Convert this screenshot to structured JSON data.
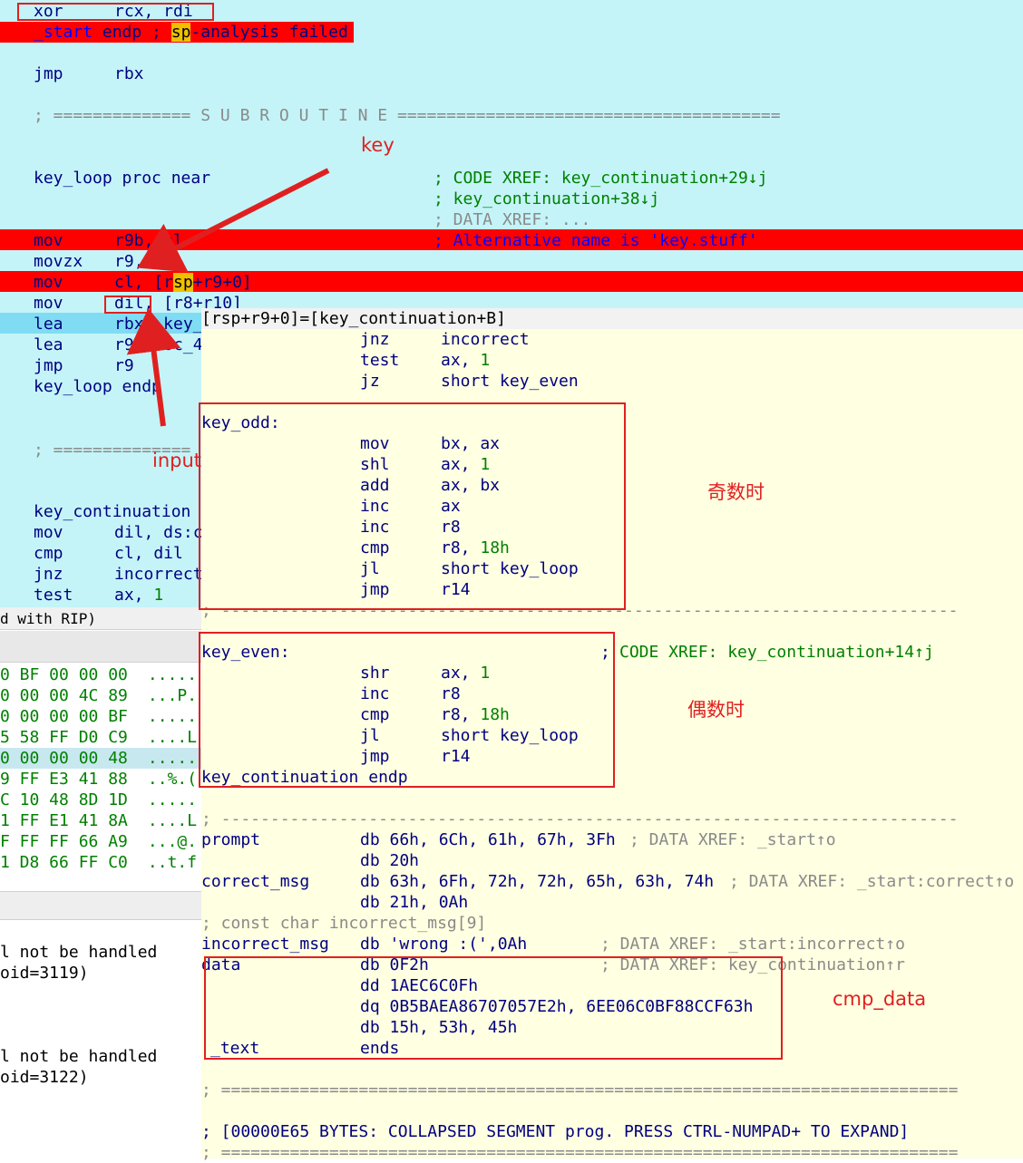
{
  "disasm": {
    "l_xor": {
      "mn": "xor",
      "ops": "rcx, rdi"
    },
    "l_start_endp": {
      "sym": "_start",
      "rest": " endp ; ",
      "sp": "sp",
      "fail": "-analysis failed"
    },
    "l_jmp_rbx": {
      "mn": "jmp",
      "ops": "rbx"
    },
    "l_sub": "; ============== S U B R O U T I N E =======================================",
    "l_proc": {
      "text": "key_loop proc near",
      "xref1": "; CODE XREF: key_continuation+29↓j",
      "xref2": "; key_continuation+38↓j",
      "xref3": "; DATA XREF: ...",
      "alt": "; Alternative name is 'key.stuff'"
    },
    "l_mov1": {
      "mn": "mov",
      "ops": "r9b, al"
    },
    "l_movzx": {
      "mn": "movzx",
      "ops": "r9, r9b"
    },
    "l_mov2": {
      "mn": "mov",
      "ops_a": "cl, [r",
      "ops_s": "sp",
      "ops_b": "+r9+0]"
    },
    "l_mov3": {
      "mn": "mov",
      "ops": "dil, [r8+r10]"
    },
    "l_lea1": {
      "mn": "lea",
      "ops": "rbx, key_"
    },
    "l_lea2": {
      "mn": "lea",
      "ops": "r9, loc_4"
    },
    "l_jmp_r9": {
      "mn": "jmp",
      "ops": "r9"
    },
    "l_endp": "key_loop endp",
    "l_sep2": "; ==============",
    "l_kc": "key_continuation",
    "l_mov4": {
      "mn": "mov",
      "ops": "dil, ds:c"
    },
    "l_cmp": {
      "mn": "cmp",
      "ops": "cl, dil"
    },
    "l_jnz": {
      "mn": "jnz",
      "ops": "incorrect"
    },
    "l_test": {
      "mn": "test",
      "ops": "ax, 1"
    }
  },
  "hex": {
    "title": "d with RIP)",
    "rows": [
      {
        "b": "0 BF 00 00 00",
        "a": "....."
      },
      {
        "b": "0 00 00 4C 89",
        "a": "...P."
      },
      {
        "b": "0 00 00 00 BF",
        "a": "....."
      },
      {
        "b": "5 58 FF D0 C9",
        "a": "....L"
      },
      {
        "b": "0 00 00 00 48",
        "a": "....."
      },
      {
        "b": "9 FF E3 41 88",
        "a": "..%.("
      },
      {
        "b": "C 10 48 8D 1D",
        "a": "....."
      },
      {
        "b": "1 FF E1 41 8A",
        "a": "....L"
      },
      {
        "b": "F FF FF 66 A9",
        "a": "...@."
      },
      {
        "b": "1 D8 66 FF C0",
        "a": "..t.f"
      }
    ]
  },
  "output": {
    "l1": "l not be handled",
    "l2": "oid=3119)",
    "l3": "l not be handled",
    "l4": "oid=3122)"
  },
  "popup": {
    "title": "[rsp+r9+0]=[key_continuation+B]",
    "r1": {
      "mn": "jnz",
      "ops": "incorrect"
    },
    "r2": {
      "mn": "test",
      "ops": "ax, 1"
    },
    "r3": {
      "mn": "jz",
      "ops": "short key_even"
    },
    "odd_label": "key_odd:",
    "odd": [
      {
        "mn": "mov",
        "ops": "bx, ax"
      },
      {
        "mn": "shl",
        "ops": "ax, 1"
      },
      {
        "mn": "add",
        "ops": "ax, bx"
      },
      {
        "mn": "inc",
        "ops": "ax"
      },
      {
        "mn": "inc",
        "ops": "r8"
      },
      {
        "mn": "cmp",
        "ops": "r8, 18h"
      },
      {
        "mn": "jl",
        "ops": "short key_loop"
      },
      {
        "mn": "jmp",
        "ops": "r14"
      }
    ],
    "dash": "; ---------------------------------------------------------------------------",
    "even_label": "key_even:",
    "even_xref_semi": ";",
    "even_xref": "CODE XREF: key_continuation+14↑j",
    "even": [
      {
        "mn": "shr",
        "ops": "ax, 1"
      },
      {
        "mn": "inc",
        "ops": "r8"
      },
      {
        "mn": "cmp",
        "ops": "r8, 18h"
      },
      {
        "mn": "jl",
        "ops": "short key_loop"
      },
      {
        "mn": "jmp",
        "ops": "r14"
      }
    ],
    "kc_endp": "key_continuation endp",
    "dash2": "; ---------------------------------------------------------------------------",
    "prompt": {
      "name": "prompt",
      "dir": "db 66h, 6Ch, 61h, 67h, 3Fh",
      "cmt": "; DATA XREF: _start↑o"
    },
    "prompt2": {
      "dir": "db 20h"
    },
    "correct": {
      "name": "correct_msg",
      "dir": "db 63h, 6Fh, 72h, 72h, 65h, 63h, 74h",
      "cmt": "; DATA XREF: _start:correct↑o"
    },
    "correct2": {
      "dir": "db 21h, 0Ah"
    },
    "const": "; const char incorrect_msg[9]",
    "incorrect": {
      "name": "incorrect_msg",
      "dir": "db 'wrong :(',0Ah",
      "cmt": "; DATA XREF: _start:incorrect↑o"
    },
    "data": {
      "name": "data",
      "dir": "db 0F2h",
      "cmt": "; DATA XREF: key_continuation↑r"
    },
    "data2": "dd 1AEC6C0Fh",
    "data3": "dq 0B5BAEA86707057E2h, 6EE06C0BF88CCF63h",
    "data4": "db 15h, 53h, 45h",
    "text_ends": {
      "name": "_text",
      "dir": "ends"
    },
    "eq": "; ===========================================================================",
    "collapsed": "; [00000E65 BYTES: COLLAPSED SEGMENT prog. PRESS CTRL-NUMPAD+ TO EXPAND]",
    "eq2": "; ==========================================================================="
  },
  "annotations": {
    "key": "key",
    "input": "input",
    "odd": "奇数时",
    "even": "偶数时",
    "cmp": "cmp_data"
  }
}
